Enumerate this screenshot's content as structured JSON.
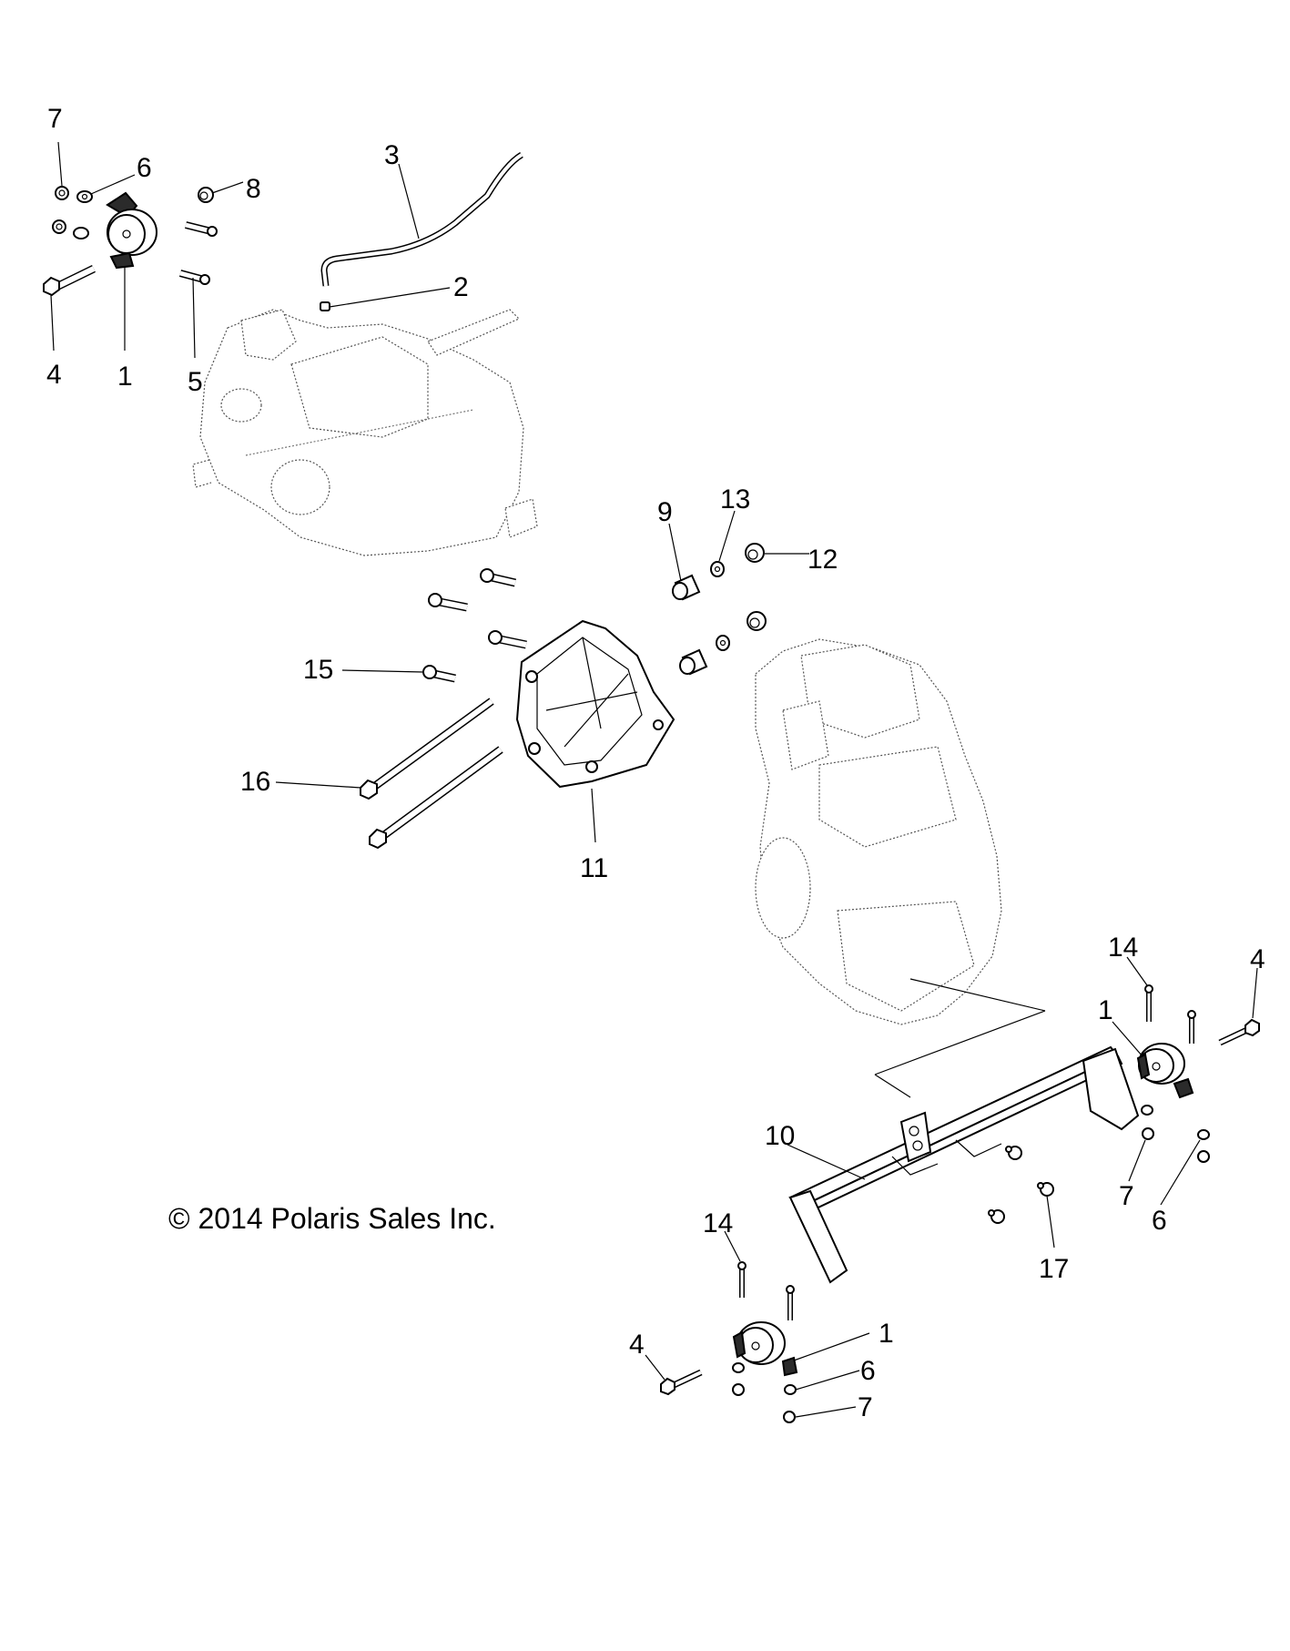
{
  "title": "Engine and Transmission Mounting Parts Diagram",
  "copyright": "© 2014 Polaris Sales Inc.",
  "callouts": [
    {
      "id": "c7a",
      "label": "7"
    },
    {
      "id": "c6a",
      "label": "6"
    },
    {
      "id": "c8",
      "label": "8"
    },
    {
      "id": "c3",
      "label": "3"
    },
    {
      "id": "c2",
      "label": "2"
    },
    {
      "id": "c4a",
      "label": "4"
    },
    {
      "id": "c1a",
      "label": "1"
    },
    {
      "id": "c5",
      "label": "5"
    },
    {
      "id": "c9",
      "label": "9"
    },
    {
      "id": "c13",
      "label": "13"
    },
    {
      "id": "c12",
      "label": "12"
    },
    {
      "id": "c15",
      "label": "15"
    },
    {
      "id": "c16",
      "label": "16"
    },
    {
      "id": "c11",
      "label": "11"
    },
    {
      "id": "c14b",
      "label": "14"
    },
    {
      "id": "c4b",
      "label": "4"
    },
    {
      "id": "c1b",
      "label": "1"
    },
    {
      "id": "c10",
      "label": "10"
    },
    {
      "id": "c7b",
      "label": "7"
    },
    {
      "id": "c6b",
      "label": "6"
    },
    {
      "id": "c17",
      "label": "17"
    },
    {
      "id": "c14c",
      "label": "14"
    },
    {
      "id": "c1c",
      "label": "1"
    },
    {
      "id": "c4c",
      "label": "4"
    },
    {
      "id": "c6c",
      "label": "6"
    },
    {
      "id": "c7c",
      "label": "7"
    }
  ],
  "parts": [
    {
      "label": "1",
      "name": "engine-mount"
    },
    {
      "label": "2",
      "name": "fitting"
    },
    {
      "label": "3",
      "name": "vent-hose"
    },
    {
      "label": "4",
      "name": "mount-bolt"
    },
    {
      "label": "5",
      "name": "bolt"
    },
    {
      "label": "6",
      "name": "washer"
    },
    {
      "label": "7",
      "name": "nut"
    },
    {
      "label": "8",
      "name": "nut"
    },
    {
      "label": "9",
      "name": "bushing"
    },
    {
      "label": "10",
      "name": "engine-mount-bracket"
    },
    {
      "label": "11",
      "name": "transmission-bracket"
    },
    {
      "label": "12",
      "name": "flange-nut"
    },
    {
      "label": "13",
      "name": "washer"
    },
    {
      "label": "14",
      "name": "bolt"
    },
    {
      "label": "15",
      "name": "bolt"
    },
    {
      "label": "16",
      "name": "long-bolt"
    },
    {
      "label": "17",
      "name": "bolt"
    }
  ]
}
